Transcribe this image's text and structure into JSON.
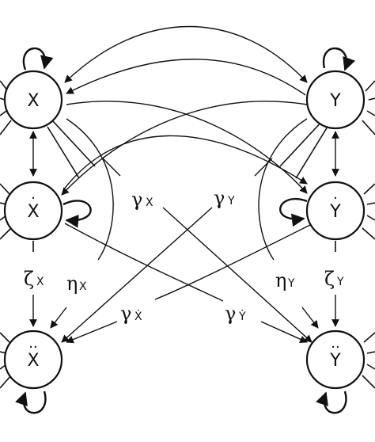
{
  "nodes": {
    "x": {
      "label": "X",
      "dots": ""
    },
    "x_dot": {
      "label": "X",
      "dots": "·"
    },
    "x_ddot": {
      "label": "X",
      "dots": "··"
    },
    "y": {
      "label": "Y",
      "dots": ""
    },
    "y_dot": {
      "label": "Y",
      "dots": "·"
    },
    "y_ddot": {
      "label": "Y",
      "dots": "··"
    }
  },
  "params": {
    "gamma_x": {
      "symbol": "γ",
      "sub": "X"
    },
    "gamma_y": {
      "symbol": "γ",
      "sub": "Y"
    },
    "gamma_xdot": {
      "symbol": "γ",
      "sub": "Ẋ"
    },
    "gamma_ydot": {
      "symbol": "γ",
      "sub": "Ẏ"
    },
    "zeta_x": {
      "symbol": "ζ",
      "sub": "X"
    },
    "eta_x": {
      "symbol": "η",
      "sub": "X"
    },
    "zeta_y": {
      "symbol": "ζ",
      "sub": "Y"
    },
    "eta_y": {
      "symbol": "η",
      "sub": "Y"
    }
  },
  "colors": {
    "stroke": "#111111",
    "background": "#ffffff"
  }
}
